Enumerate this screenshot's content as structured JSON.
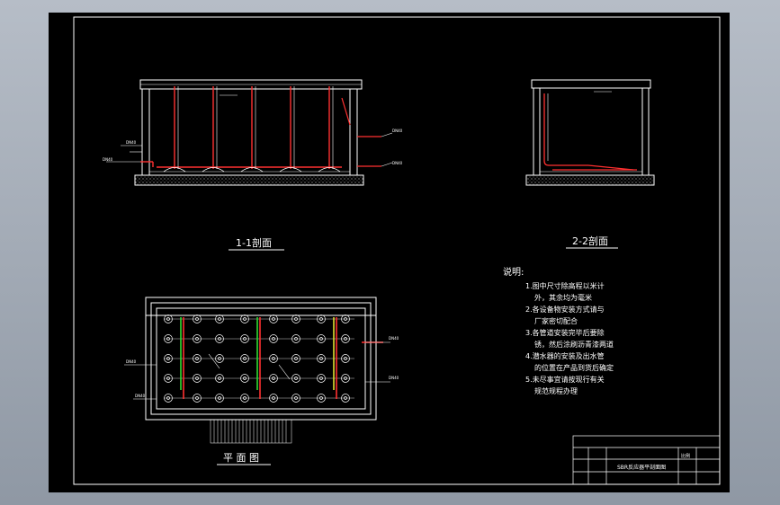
{
  "drawing": {
    "section_1_label": "1-1剖面",
    "section_2_label": "2-2剖面",
    "plan_label": "平 面 图",
    "notes_title": "说明:",
    "notes": [
      "1.图中尺寸除高程以米计",
      "外，其余均为毫米",
      "2.各设备物安装方式请与",
      "厂家密切配合",
      "3.各管道安装完毕后要除",
      "锈，然后涂刷沥青漆两道",
      "4.潜水器的安装及出水管",
      "的位置在产品到货后确定",
      "5.未尽事宜请按现行有关",
      "规范规程办理"
    ],
    "title_block_text": "SBR反应器平剖面图",
    "title_block_right_text": "比例"
  },
  "colors": {
    "background": "#000000",
    "line": "#ffffff",
    "pipe_red": "#ff3030",
    "pipe_green": "#33dd33",
    "pipe_yellow": "#dddd33",
    "chrome": "#9aa3af"
  }
}
